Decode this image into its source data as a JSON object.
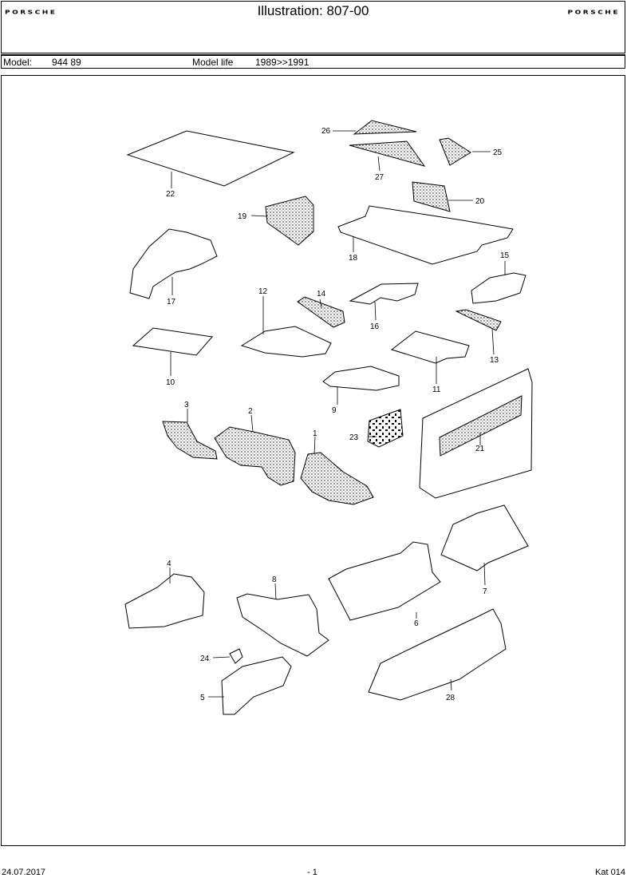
{
  "header": {
    "brand_left": "PORSCHE",
    "brand_right": "PORSCHE",
    "title": "Illustration: 807-00"
  },
  "model_bar": {
    "model_label": "Model:",
    "model_value": "944 89",
    "life_label": "Model life",
    "life_value": "1989>>1991"
  },
  "diagram": {
    "callouts": [
      "1",
      "2",
      "3",
      "4",
      "5",
      "6",
      "7",
      "8",
      "9",
      "10",
      "11",
      "12",
      "13",
      "14",
      "15",
      "16",
      "17",
      "18",
      "19",
      "20",
      "21",
      "22",
      "23",
      "24",
      "25",
      "26",
      "27",
      "28"
    ]
  },
  "footer": {
    "date": "24.07.2017",
    "page": "- 1",
    "catalog": "Kat 014"
  }
}
